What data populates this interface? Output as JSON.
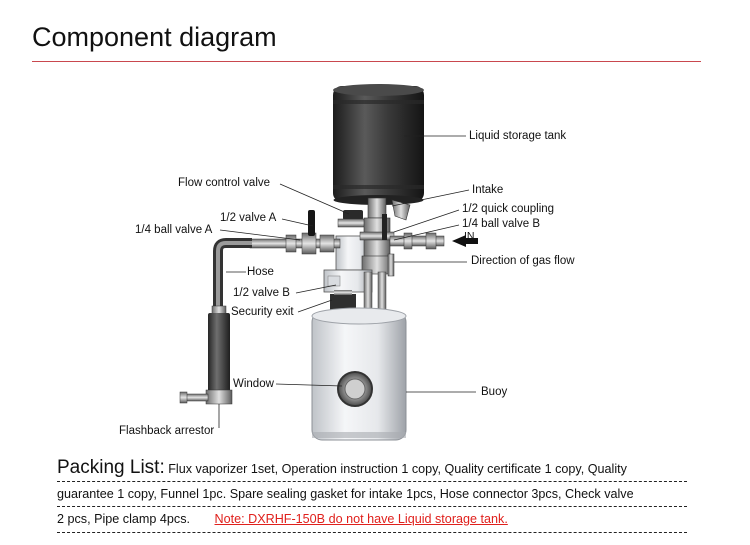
{
  "title": "Component diagram",
  "labels": {
    "liquid_storage_tank": "Liquid storage tank",
    "flow_control_valve": "Flow control valve",
    "intake": "Intake",
    "half_valve_a": "1/2 valve A",
    "half_quick_coupling": "1/2  quick coupling",
    "quarter_ball_valve_a": "1/4 ball valve A",
    "quarter_ball_valve_b": "1/4 ball valve B",
    "in": "IN",
    "hose": "Hose",
    "direction_of_gas_flow": "Direction of gas flow",
    "half_valve_b": "1/2 valve B",
    "security_exit": "Security exit",
    "window": "Window",
    "buoy": "Buoy",
    "flashback_arrestor": "Flashback arrestor"
  },
  "packing": {
    "heading": "Packing List:",
    "line1": "Flux vaporizer 1set,  Operation instruction 1 copy, Quality certificate 1 copy, Quality",
    "line2": "guarantee 1 copy, Funnel 1pc. Spare sealing gasket for intake 1pcs, Hose connector 3pcs, Check valve",
    "line3": "2 pcs, Pipe clamp 4pcs.",
    "note": "Note: DXRHF-150B do not have Liquid storage tank."
  },
  "colors": {
    "title_rule": "#c9484e",
    "note": "#e0201c"
  }
}
